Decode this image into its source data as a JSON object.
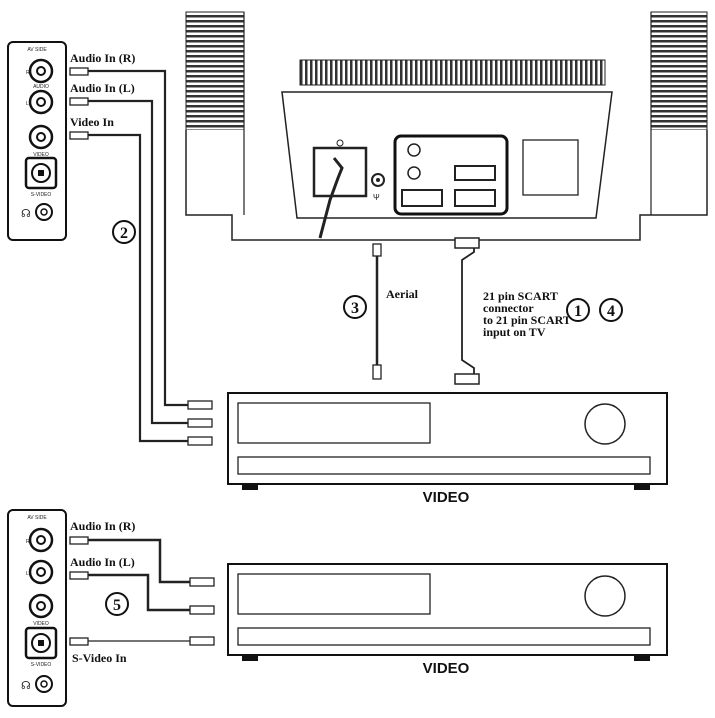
{
  "panel_top": {
    "header": "AV SIDE",
    "jack_labels": [
      "R",
      "AUDIO",
      "L",
      "VIDEO",
      "S-VIDEO"
    ],
    "cable_labels": [
      "Audio In (R)",
      "Audio In (L)",
      "Video In"
    ]
  },
  "panel_bottom": {
    "header": "AV SIDE",
    "jack_labels": [
      "R",
      "L",
      "VIDEO",
      "S-VIDEO"
    ],
    "cable_labels": [
      "Audio In (R)",
      "Audio In (L)",
      "S-Video In"
    ]
  },
  "labels": {
    "aerial": "Aerial",
    "scart_line1": "21 pin SCART",
    "scart_line2": "connector",
    "scart_line3": "to 21 pin SCART",
    "scart_line4": "input on TV",
    "video_top": "VIDEO",
    "video_bottom": "VIDEO"
  },
  "steps": {
    "two": "2",
    "three": "3",
    "one": "1",
    "four": "4",
    "five": "5"
  }
}
